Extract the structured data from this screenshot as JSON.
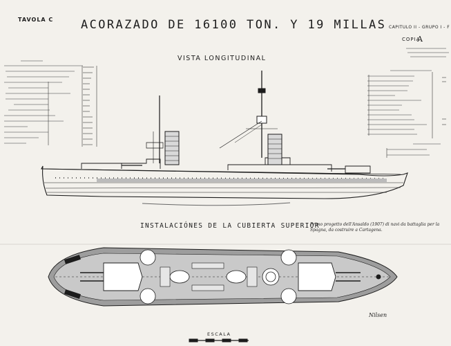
{
  "sheet": {
    "plate_label": "TAVOLA C",
    "title": "ACORAZADO DE 16100 TON. Y 19 MILLAS",
    "chapter_ref": "CAPITULO II - GRUPO I - F",
    "copy_label": "COPIA",
    "copy_letter": "A"
  },
  "views": {
    "profile_title": "VISTA LONGITUDINAL",
    "deck_title": "INSTALACIÓNES DE LA CUBIERTA SUPERIOR"
  },
  "caption": "Primo progetto dell'Ansaldo (1907) di navi da battaglia per la Spagna, da costruire a Cartagena.",
  "scale_label": "ESCALA",
  "signature": "Nilsen",
  "colors": {
    "paper": "#f3f1ec",
    "ink": "#1c1c1c",
    "shading": "#8a8a8a"
  }
}
